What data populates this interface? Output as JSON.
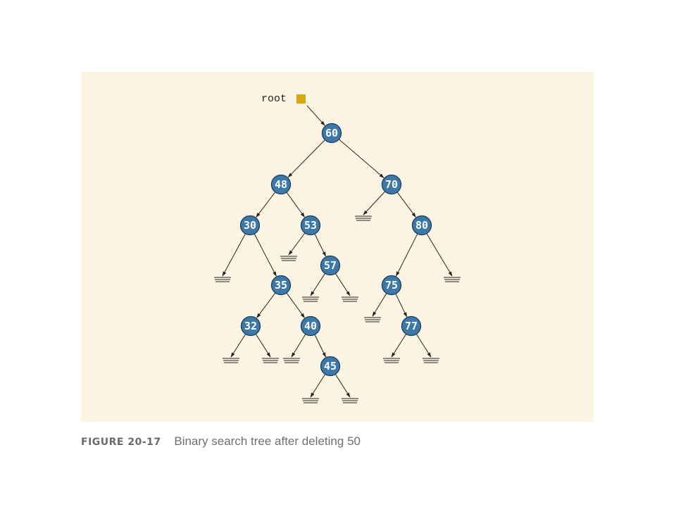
{
  "figure": {
    "figure_label": "FIGURE 20-17",
    "caption_text": "Binary search tree after deleting",
    "caption_value": "50"
  },
  "diagram": {
    "root_pointer_label": "root",
    "colors": {
      "node_fill": "#3d79a8",
      "root_pointer": "#d9a80f",
      "panel_background": "#fcf4e3"
    },
    "tree": {
      "value": "60",
      "left": {
        "value": "48",
        "left": {
          "value": "30",
          "left": null,
          "right": {
            "value": "35",
            "left": {
              "value": "32",
              "left": null,
              "right": null
            },
            "right": {
              "value": "40",
              "left": null,
              "right": {
                "value": "45",
                "left": null,
                "right": null
              }
            }
          }
        },
        "right": {
          "value": "53",
          "left": null,
          "right": {
            "value": "57",
            "left": null,
            "right": null
          }
        }
      },
      "right": {
        "value": "70",
        "left": null,
        "right": {
          "value": "80",
          "left": {
            "value": "75",
            "left": null,
            "right": {
              "value": "77",
              "left": null,
              "right": null
            }
          },
          "right": null
        }
      }
    }
  }
}
